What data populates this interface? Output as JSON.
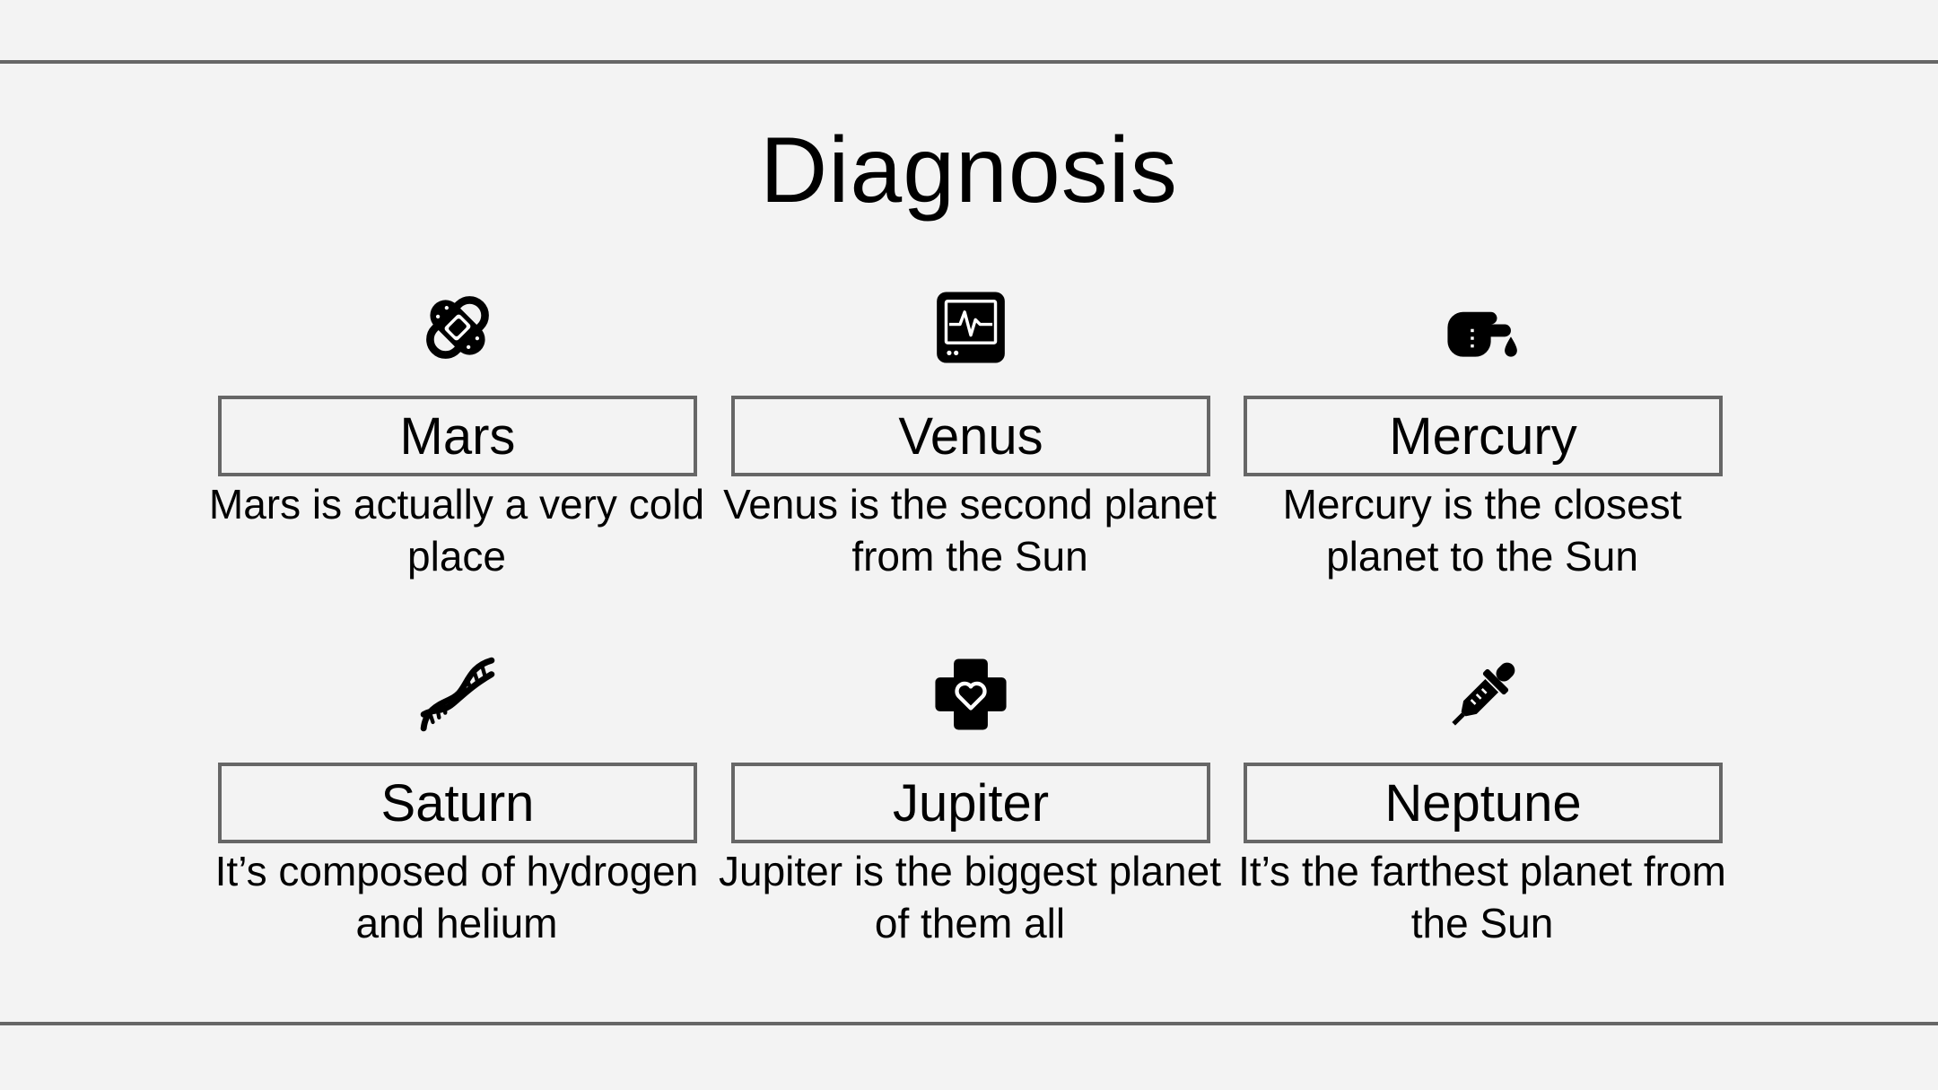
{
  "slide": {
    "title": "Diagnosis"
  },
  "cards": [
    {
      "label": "Mars",
      "description": "Mars is actually a very cold place",
      "icon": "bandage-icon"
    },
    {
      "label": "Venus",
      "description": "Venus is the second planet from the Sun",
      "icon": "heart-monitor-icon"
    },
    {
      "label": "Mercury",
      "description": "Mercury is the closest planet to the Sun",
      "icon": "finger-blood-test-icon"
    },
    {
      "label": "Saturn",
      "description": "It’s composed of hydrogen and helium",
      "icon": "dna-icon"
    },
    {
      "label": "Jupiter",
      "description": "Jupiter is the biggest planet of them all",
      "icon": "medical-cross-heart-icon"
    },
    {
      "label": "Neptune",
      "description": "It’s the farthest planet from the Sun",
      "icon": "dropper-icon"
    }
  ],
  "colors": {
    "background": "#f3f3f3",
    "rule": "#666666",
    "text": "#000000"
  }
}
